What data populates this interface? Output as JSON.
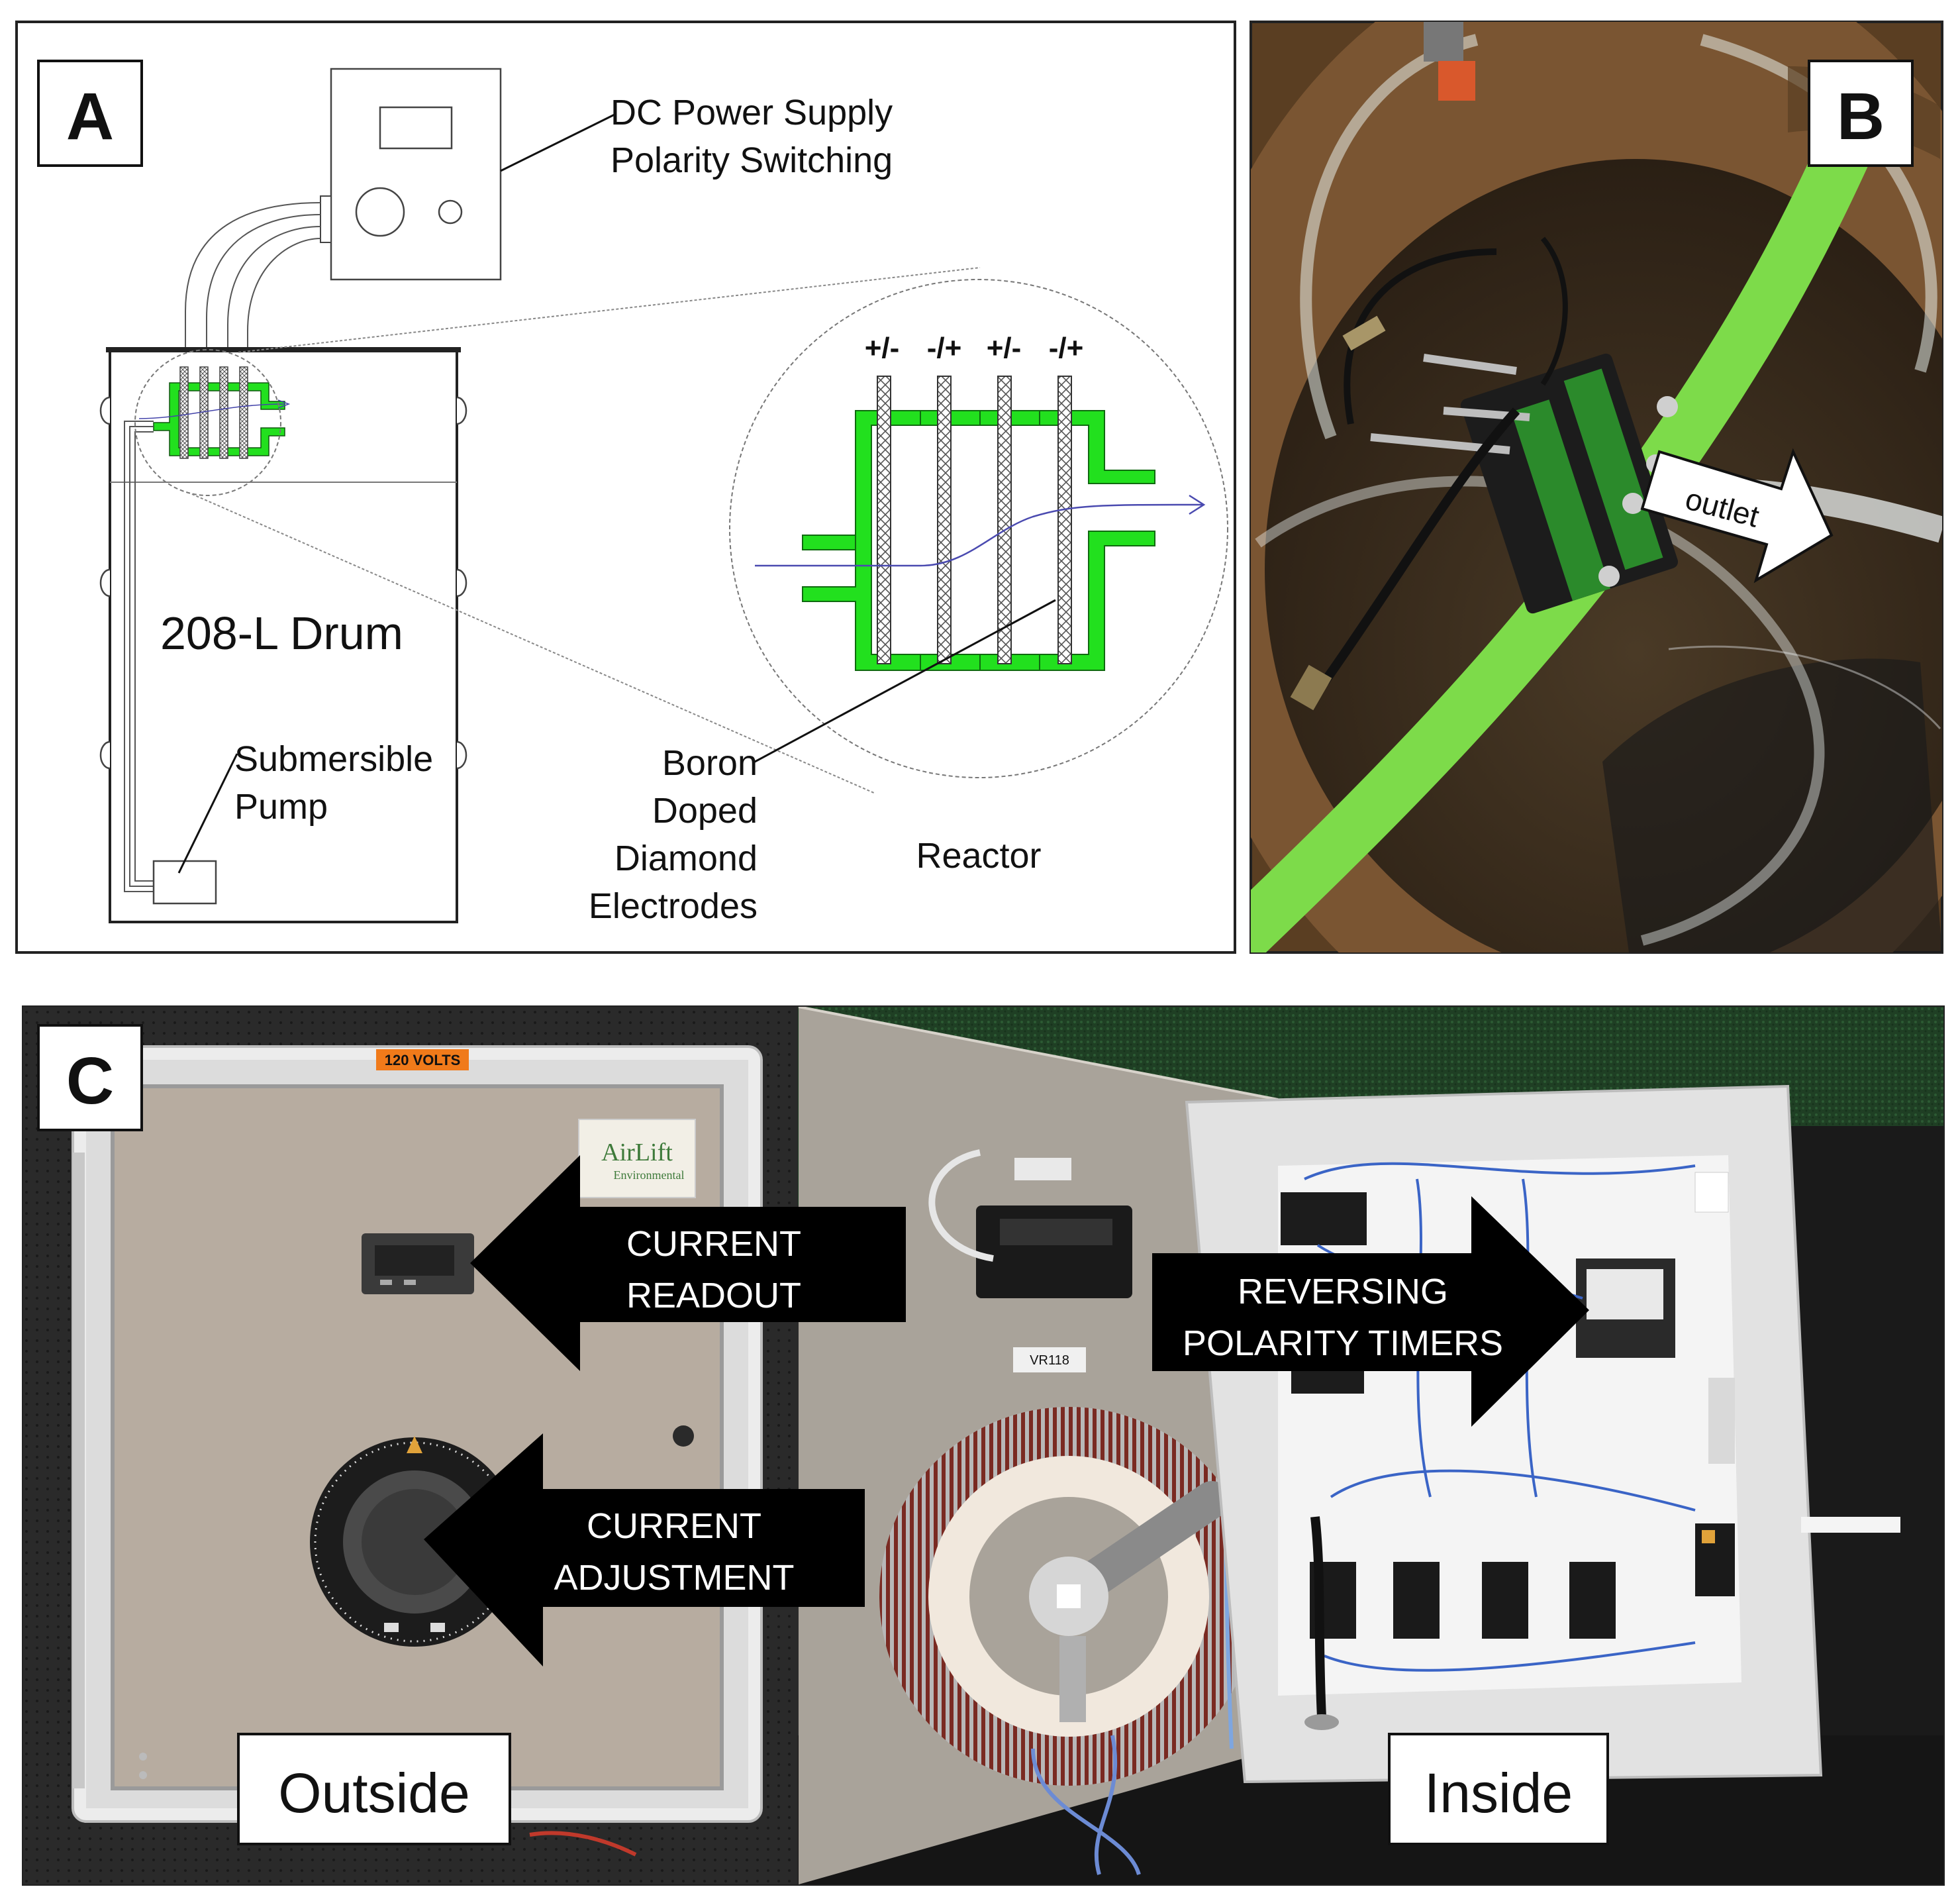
{
  "panels": {
    "a": {
      "letter": "A",
      "power_supply_label": [
        "DC Power Supply",
        "Polarity Switching"
      ],
      "drum_label": "208-L Drum",
      "pump_label": [
        "Submersible",
        "Pump"
      ],
      "electrodes_label": [
        "Boron",
        "Doped",
        "Diamond",
        "Electrodes"
      ],
      "reactor_label": "Reactor",
      "polarity_labels": [
        "+/-",
        "-/+",
        "+/-",
        "-/+"
      ]
    },
    "b": {
      "letter": "B",
      "outlet_label": "outlet"
    },
    "c": {
      "letter": "C",
      "warning_tag": "120 VOLTS",
      "brand_label": [
        "AirLift",
        "Environmental"
      ],
      "current_readout_label": [
        "CURRENT",
        "READOUT"
      ],
      "current_adjustment_label": [
        "CURRENT",
        "ADJUSTMENT"
      ],
      "reversing_label": [
        "REVERSING",
        "POLARITY TIMERS"
      ],
      "outside_label": "Outside",
      "inside_label": "Inside",
      "transformer_tag": "VR118"
    }
  },
  "colors": {
    "electrode_green": "#22e01e",
    "noodle_green": "#7ddb4a",
    "arrow_black": "#000000",
    "warning_orange": "#f07a1a",
    "barrel_brown": "#6b4a2a",
    "panel_grey": "#b9b3ab"
  }
}
